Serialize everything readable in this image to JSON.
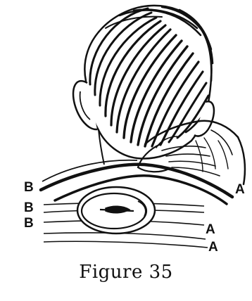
{
  "caption": "Figure 35",
  "labels": {
    "top_left": "B",
    "top_right": "A",
    "mid_left": "B",
    "mid_right": "A",
    "bottom_left": "B",
    "bottom_right": "A"
  },
  "colors": {
    "ink": "#111111",
    "paper": "#ffffff"
  }
}
